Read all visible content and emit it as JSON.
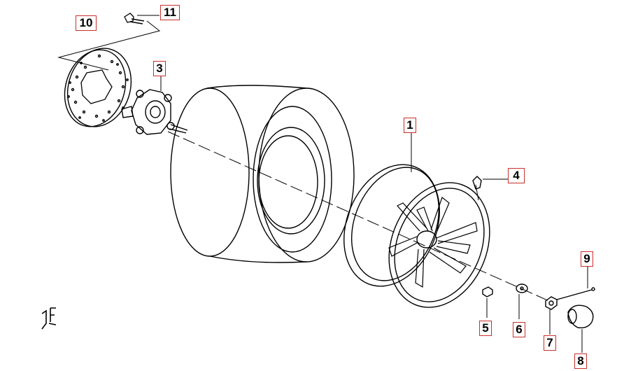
{
  "callouts": {
    "c1": "1",
    "c3": "3",
    "c4": "4",
    "c5": "5",
    "c6": "6",
    "c7": "7",
    "c8": "8",
    "c9": "9",
    "c10": "10",
    "c11": "11"
  },
  "colors": {
    "line": "#000000",
    "callout_border": "#c9302c",
    "background": "#ffffff"
  },
  "icons": [
    "brake-disc-icon",
    "wheel-hub-icon",
    "tire-icon",
    "wheel-rim-icon",
    "valve-stem-icon",
    "lug-nut-icon",
    "washer-icon",
    "axle-nut-icon",
    "cotter-pin-icon",
    "dust-cap-icon",
    "bolt-icon",
    "front-direction-icon"
  ]
}
